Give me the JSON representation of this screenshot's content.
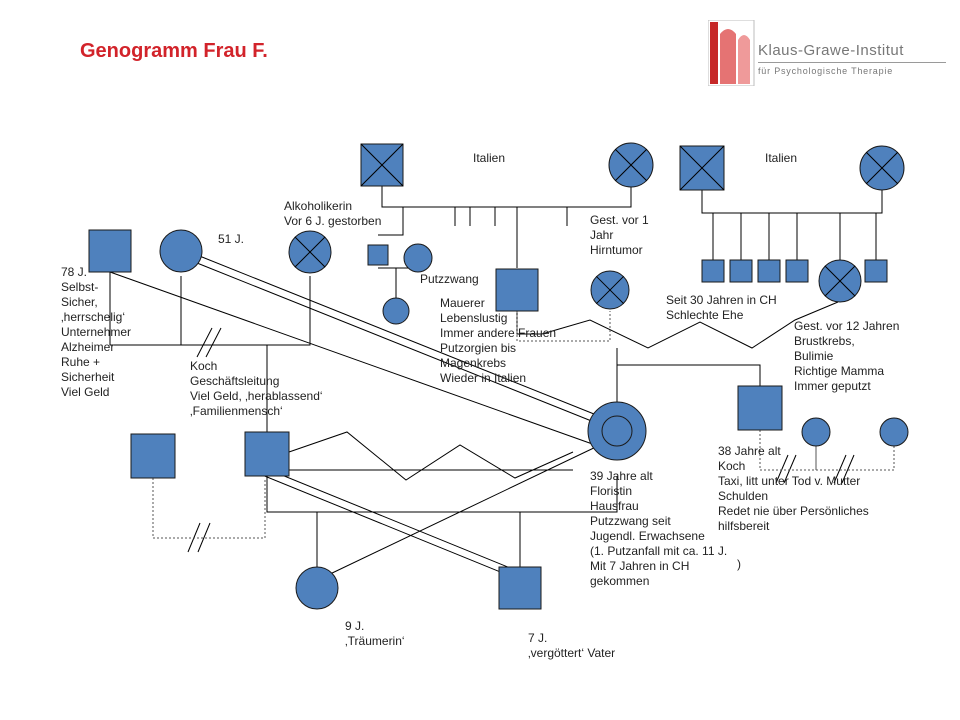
{
  "title": "Genogramm Frau F.",
  "logo": {
    "name_line": "Klaus-Grawe-Institut",
    "sub_line": "für Psychologische Therapie",
    "colors": [
      "#c62828",
      "#e57373",
      "#ef9a9a",
      "#bdbdbd"
    ]
  },
  "colors": {
    "title": "#d2232a",
    "symbol_fill": "#4f81bd",
    "symbol_stroke": "#1a1a1a",
    "line": "#000000",
    "dotted": "#555555"
  },
  "labels": {
    "italien_left": [
      "Italien"
    ],
    "italien_right": [
      "Italien"
    ],
    "alkoholikerin": [
      "Alkoholikerin",
      "Vor 6 J. gestorben"
    ],
    "age_51": [
      "51 J."
    ],
    "gest_hirntumor": [
      "Gest. vor 1",
      "Jahr",
      "Hirntumor"
    ],
    "putzzwang": [
      "Putzzwang"
    ],
    "grandfather": [
      "78 J.",
      "Selbst-",
      "Sicher,",
      "‚herrschelig‘",
      "Unternehmer",
      "Alzheimer",
      "Ruhe +",
      "Sicherheit",
      "Viel Geld"
    ],
    "mauerer": [
      "Mauerer",
      "Lebenslustig",
      "Immer andere Frauen",
      "Putzorgien bis",
      "Magenkrebs",
      "Wieder in Italien"
    ],
    "seit_30": [
      "Seit 30 Jahren in CH",
      "Schlechte Ehe"
    ],
    "gest_brustkrebs": [
      "Gest. vor 12 Jahren",
      "Brustkrebs,",
      "Bulimie",
      "Richtige Mamma",
      "Immer geputzt"
    ],
    "koch_partner": [
      "Koch",
      "Geschäftsleitung",
      "Viel Geld, ‚herablassend‘",
      "‚Familienmensch‘"
    ],
    "index_person": [
      "39 Jahre alt",
      "Floristin",
      "Hausfrau",
      "Putzzwang seit",
      "Jugendl. Erwachsene",
      "(1. Putzanfall mit ca. 11 J.",
      "Mit 7 Jahren in CH",
      "gekommen"
    ],
    "brother": [
      "38 Jahre alt",
      "Koch",
      "Taxi, litt unter Tod v. Mutter",
      "Schulden",
      "Redet nie über Persönliches",
      "hilfsbereit"
    ],
    "paren_close": [
      ")"
    ],
    "daughter": [
      "9 J.",
      "‚Träumerin‘"
    ],
    "son": [
      "7 J.",
      "‚vergöttert‘ Vater"
    ]
  }
}
